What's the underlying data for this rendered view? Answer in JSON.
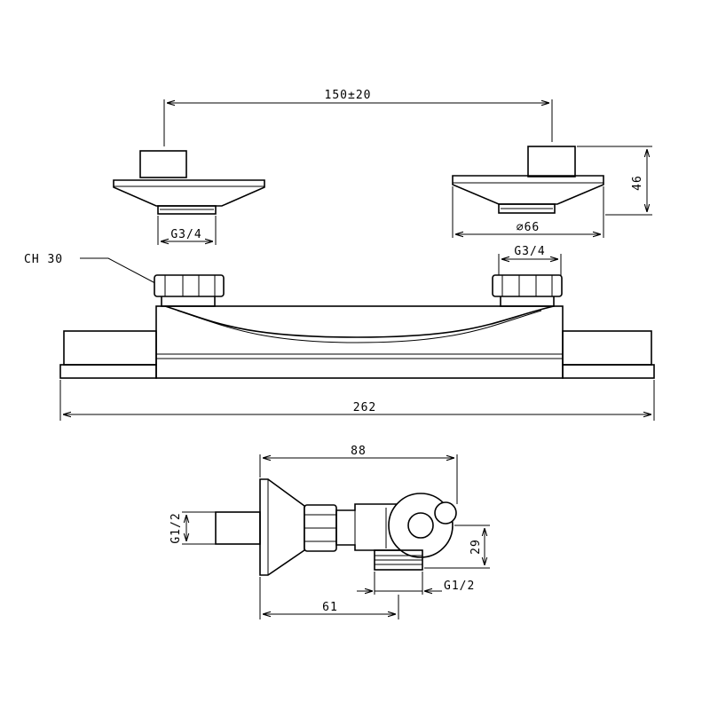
{
  "dimensions": {
    "center_distance": "150±20",
    "escutcheon_height": "46",
    "escutcheon_diameter": "⌀66",
    "inlet_thread_left": "G3/4",
    "inlet_thread_right": "G3/4",
    "hex_size": "CH 30",
    "overall_length": "262",
    "depth": "88",
    "side_inlet_thread": "G1/2",
    "outlet_height": "29",
    "outlet_thread": "G1/2",
    "outlet_offset": "61"
  }
}
